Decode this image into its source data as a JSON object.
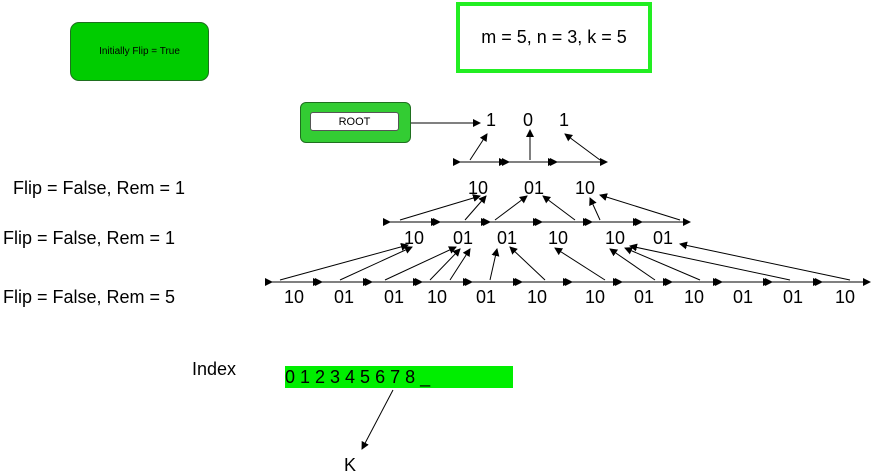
{
  "flip_box": {
    "label": "Initially Flip = True"
  },
  "params": {
    "text": "m = 5, n = 3, k = 5"
  },
  "root": {
    "label": "ROOT"
  },
  "levels": [
    {
      "label": "",
      "nodes": [
        "1",
        "0",
        "1"
      ]
    },
    {
      "label": "Flip = False, Rem = 1",
      "nodes": [
        "10",
        "01",
        "10"
      ]
    },
    {
      "label": "Flip = False, Rem = 1",
      "nodes": [
        "10",
        "01",
        "01",
        "10",
        "10",
        "01"
      ]
    },
    {
      "label": "Flip = False, Rem = 5",
      "nodes": [
        "10",
        "01",
        "01",
        "10",
        "01",
        "10",
        "10",
        "01",
        "10",
        "01",
        "01",
        "10"
      ]
    }
  ],
  "index": {
    "label": "Index",
    "sequence": "0 1   2 3   4 5   6 7   8 _"
  },
  "pointer": {
    "label": "K"
  },
  "colors": {
    "green": "#00cc00",
    "bright_green": "#00ee00",
    "border_green": "#22ee22"
  }
}
